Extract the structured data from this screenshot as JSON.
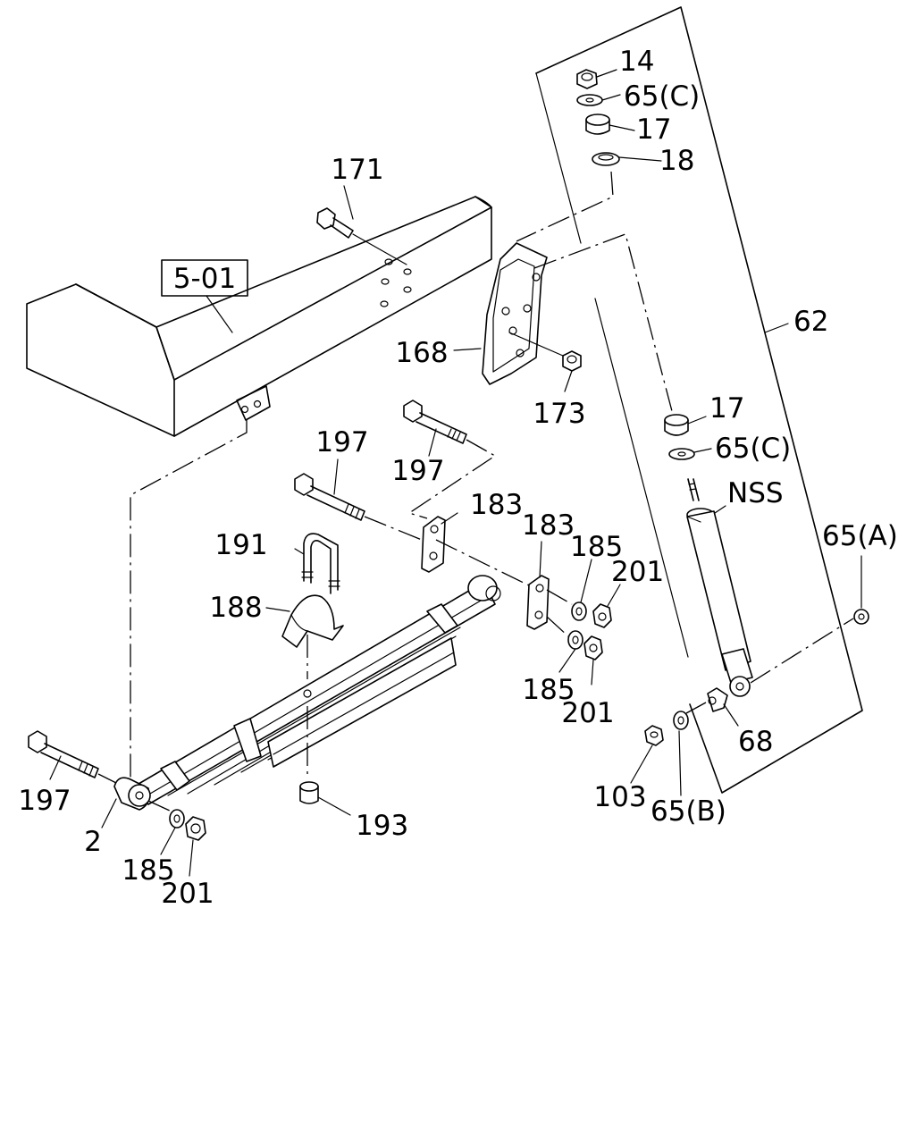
{
  "diagram": {
    "frame_label": "5-01",
    "callouts": {
      "c171": "171",
      "c168": "168",
      "c173": "173",
      "c14": "14",
      "c65c_top": "65(C)",
      "c17_top": "17",
      "c18": "18",
      "c62": "62",
      "c17_mid": "17",
      "c65c_mid": "65(C)",
      "cNSS": "NSS",
      "c65a": "65(A)",
      "c68": "68",
      "c103": "103",
      "c65b": "65(B)",
      "c197_top": "197",
      "c197_mid": "197",
      "c197_left": "197",
      "c183_a": "183",
      "c183_b": "183",
      "c185_a": "185",
      "c185_b": "185",
      "c185_left": "185",
      "c201_a": "201",
      "c201_b": "201",
      "c201_left": "201",
      "c191": "191",
      "c188": "188",
      "c193": "193",
      "c2": "2"
    }
  }
}
